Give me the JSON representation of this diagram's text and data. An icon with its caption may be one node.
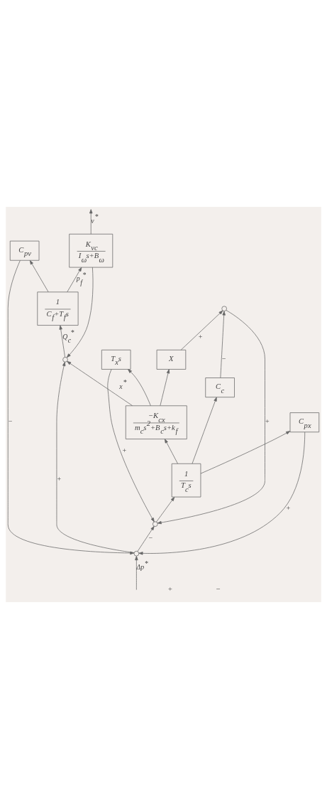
{
  "diagram": {
    "nodes": [
      {
        "text": [],
        "shape": "circle"
      },
      {
        "text": [],
        "shape": "circle"
      },
      {
        "text": [],
        "shape": "circle"
      },
      {
        "text": [],
        "shape": "circle"
      },
      {
        "text": [
          "1",
          "T$_{c}$s"
        ]
      },
      {
        "text": [
          "−K$_{cx}$",
          "m$_{c}$s$^{2}$+B$_{c}$s+k$_{f}$"
        ]
      },
      {
        "text": [
          "C$_{c}$"
        ]
      },
      {
        "text": [
          "X"
        ]
      },
      {
        "text": [
          "C$_{px}$"
        ]
      },
      {
        "text": [
          "T$_{x}$s"
        ]
      },
      {
        "text": [
          "C$_{pv}$"
        ]
      },
      {
        "text": [
          "1",
          "C$_{f}$+T$_{f}$s"
        ]
      },
      {
        "text": [
          "K$_{vc}$",
          "I$_{ω}$s+B$_{ω}$"
        ]
      }
    ],
    "edges": [
      {
        "from": null,
        "to": 0,
        "arrow": "to",
        "label": "Δp$^{*}$"
      },
      {
        "from": 10,
        "to": 0,
        "arrow": "to",
        "label": "−"
      },
      {
        "from": 8,
        "to": 0,
        "arrow": "to",
        "label": "+"
      },
      {
        "from": 0,
        "to": 1,
        "arrow": "to",
        "label": "−"
      },
      {
        "from": 2,
        "to": 1,
        "arrow": "to",
        "label": "+"
      },
      {
        "from": 9,
        "to": 1,
        "arrow": "to",
        "label": "+"
      },
      {
        "from": 1,
        "to": 4,
        "arrow": "to"
      },
      {
        "from": 4,
        "to": 5,
        "arrow": "to"
      },
      {
        "from": 4,
        "to": 6,
        "arrow": "to"
      },
      {
        "from": 4,
        "to": 8,
        "arrow": "to"
      },
      {
        "from": 6,
        "to": 2,
        "arrow": "to",
        "label": "−"
      },
      {
        "from": 7,
        "to": 2,
        "arrow": "to",
        "label": "+"
      },
      {
        "from": 5,
        "to": 3,
        "arrow": "to",
        "label": "x$^{*}$"
      },
      {
        "from": 5,
        "to": 7,
        "arrow": "to"
      },
      {
        "from": 5,
        "to": 9,
        "arrow": "to"
      },
      {
        "from": 0,
        "to": 3,
        "arrow": "to",
        "label": "+"
      },
      {
        "from": 12,
        "to": 3,
        "arrow": "to"
      },
      {
        "from": 3,
        "to": 11,
        "arrow": "to",
        "label": "Q$_{c}$$^{*}$"
      },
      {
        "from": 11,
        "to": 12,
        "arrow": "to",
        "label": "p$_{f}$$^{*}$"
      },
      {
        "from": 11,
        "to": 10,
        "arrow": "to"
      },
      {
        "from": 12,
        "to": null,
        "arrow": "to",
        "label": "ν$^{*}$"
      }
    ],
    "labels": [
      "+",
      "−"
    ]
  }
}
